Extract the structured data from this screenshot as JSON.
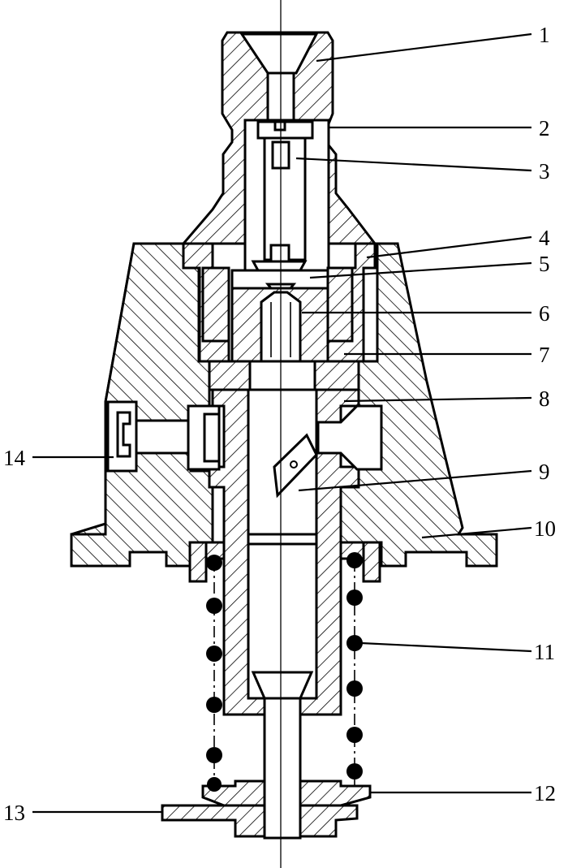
{
  "labels": [
    {
      "num": "1"
    },
    {
      "num": "2"
    },
    {
      "num": "3"
    },
    {
      "num": "4"
    },
    {
      "num": "5"
    },
    {
      "num": "6"
    },
    {
      "num": "7"
    },
    {
      "num": "8"
    },
    {
      "num": "9"
    },
    {
      "num": "10"
    },
    {
      "num": "11"
    },
    {
      "num": "12"
    },
    {
      "num": "13"
    },
    {
      "num": "14"
    }
  ],
  "colors": {
    "line": "#000000",
    "background": "#ffffff"
  }
}
